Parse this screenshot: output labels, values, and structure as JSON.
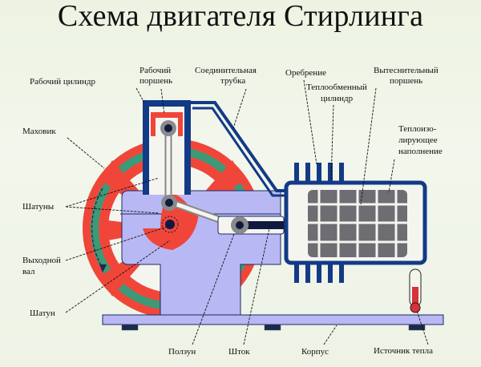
{
  "title": "Схема двигателя Стирлинга",
  "labels": {
    "working_cylinder": "Рабочий цилиндр",
    "working_piston_1": "Рабочий",
    "working_piston_2": "поршень",
    "connecting_tube_1": "Соединительная",
    "connecting_tube_2": "трубка",
    "fins": "Оребрение",
    "heat_exchange_cylinder_1": "Теплообменный",
    "heat_exchange_cylinder_2": "цилиндр",
    "displacer_piston_1": "Вытеснительный",
    "displacer_piston_2": "поршень",
    "insulating_filling_1": "Теплоизо-",
    "insulating_filling_2": "лирующее",
    "insulating_filling_3": "наполнение",
    "flywheel": "Маховик",
    "connecting_rods": "Шатуны",
    "output_shaft_1": "Выходной",
    "output_shaft_2": "вал",
    "connecting_rod": "Шатун",
    "slider": "Ползун",
    "rod": "Шток",
    "housing": "Корпус",
    "heat_source": "Источник тепла"
  },
  "colors": {
    "frame_blue": "#123a86",
    "body_lavender": "#b8b8f4",
    "flywheel_red": "#f0463a",
    "flywheel_green": "#3c9a78",
    "pin_gray": "#8a8a8a",
    "pin_dark": "#101a40",
    "thermometer_red": "#d8323a"
  }
}
